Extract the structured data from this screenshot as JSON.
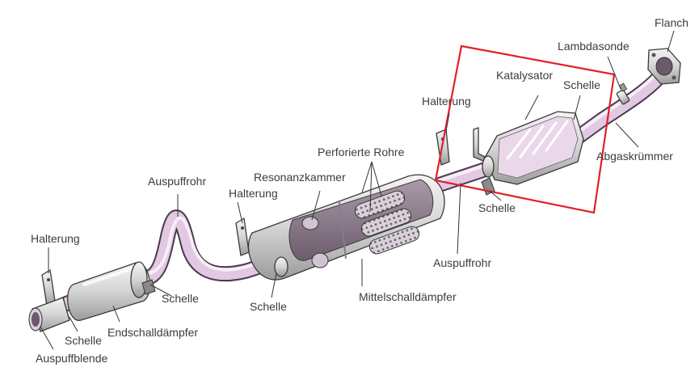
{
  "labels": {
    "flansch": "Flanch",
    "lambdasonde": "Lambdasonde",
    "katalysator": "Katalysator",
    "schelle_kat": "Schelle",
    "halterung_kat": "Halterung",
    "abgaskruemmer": "Abgaskrümmer",
    "schelle_mid": "Schelle",
    "auspuffrohr_mid": "Auspuffrohr",
    "perforierte_rohre": "Perforierte Rohre",
    "resonanzkammer": "Resonanzkammer",
    "mittelschalldaempfer": "Mittelschalldämpfer",
    "halterung_mid": "Halterung",
    "schelle_mitte": "Schelle",
    "auspuffrohr_left": "Auspuffrohr",
    "schelle_end": "Schelle",
    "endschalldaempfer": "Endschalldämpfer",
    "halterung_left": "Halterung",
    "schelle_blende": "Schelle",
    "auspuffblende": "Auspuffblende"
  },
  "colors": {
    "highlight_box": "#e0202a",
    "pipe": "#e3c8e3",
    "metal": "#d6d6d6"
  }
}
